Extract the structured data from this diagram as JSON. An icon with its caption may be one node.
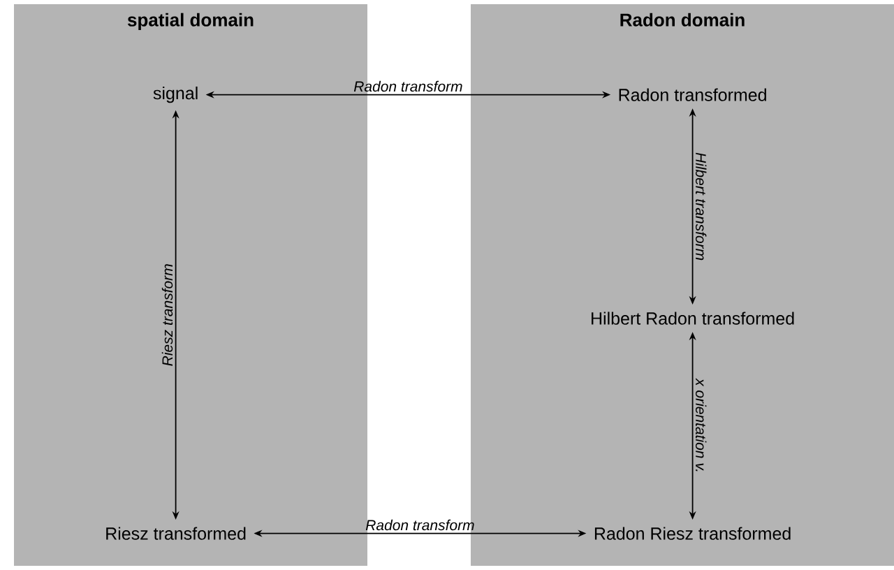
{
  "diagram": {
    "nodes": [
      {
        "text": [
          "spatial domain"
        ]
      },
      {
        "text": [
          "signal"
        ],
        "in": 0
      },
      {
        "text": [
          "Riesz transformed"
        ],
        "in": 0
      },
      {
        "text": [
          "Radon domain"
        ]
      },
      {
        "text": [
          "Radon transformed"
        ],
        "in": 3
      },
      {
        "text": [
          "Hilbert Radon transformed"
        ],
        "in": 3
      },
      {
        "text": [
          "Radon Riesz transformed"
        ],
        "in": 3
      }
    ],
    "edges": [
      {
        "from": 1,
        "to": 4,
        "arrow": "both",
        "label": "Radon transform"
      },
      {
        "from": 1,
        "to": 2,
        "arrow": "both",
        "label": "Riesz transform"
      },
      {
        "from": 4,
        "to": 5,
        "arrow": "both",
        "label": "Hilbert transform"
      },
      {
        "from": 5,
        "to": 6,
        "arrow": "both",
        "label": "x orientation v."
      },
      {
        "from": 2,
        "to": 6,
        "arrow": "both",
        "label": "Radon transform"
      }
    ]
  }
}
